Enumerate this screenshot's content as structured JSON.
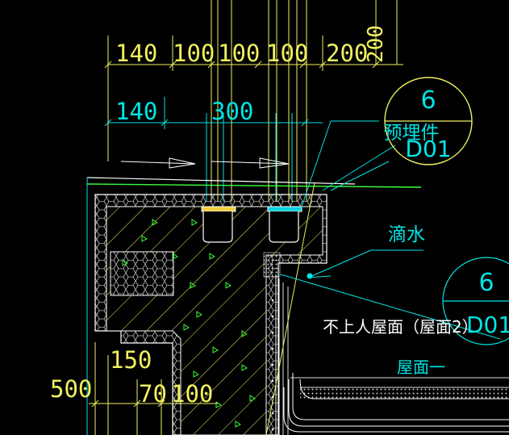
{
  "colors": {
    "background": "#000000",
    "dimension": "#ffff55",
    "leader": "#00ffff",
    "outline": "#ffffff",
    "hatch": "#ffff66",
    "insulation": "#cccccc",
    "accent_green": "#3cff3c"
  },
  "dimensions": {
    "top_row": [
      "140",
      "100",
      "100",
      "100",
      "200"
    ],
    "second_row": [
      "140",
      "300"
    ],
    "vertical_top": "200",
    "bottom_left": [
      "150",
      "500",
      "70",
      "100"
    ]
  },
  "callouts": {
    "callout_a": {
      "number": "6",
      "sheet": "D01"
    },
    "callout_b": {
      "number": "6",
      "sheet": "D01"
    }
  },
  "labels": {
    "embedded_part": "预埋件",
    "drip": "滴水",
    "roof_note": "不上人屋面（屋面2）",
    "roof_one": "屋面一"
  }
}
